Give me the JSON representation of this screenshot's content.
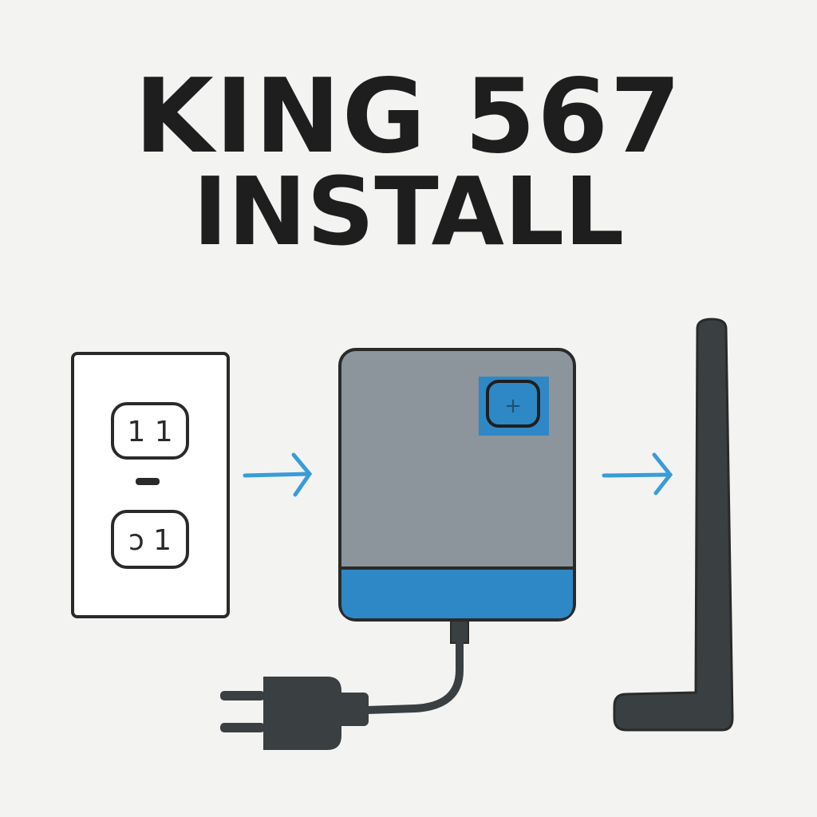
{
  "title": {
    "line1": "KING 567",
    "line2": "INSTALL"
  },
  "outlet": {
    "top_socket_glyphs": "1 1",
    "bottom_socket_glyphs": "ɔ 1"
  },
  "device": {
    "button_symbol": "+"
  },
  "colors": {
    "accent_blue": "#2f88c6",
    "arrow_blue": "#3a9bd9",
    "device_gray": "#8b959b",
    "outline": "#2a2a2a",
    "background": "#f3f3f2"
  },
  "icons": [
    "wall-outlet-icon",
    "arrow-right-icon",
    "router-device-icon",
    "power-plug-icon",
    "antenna-icon"
  ]
}
